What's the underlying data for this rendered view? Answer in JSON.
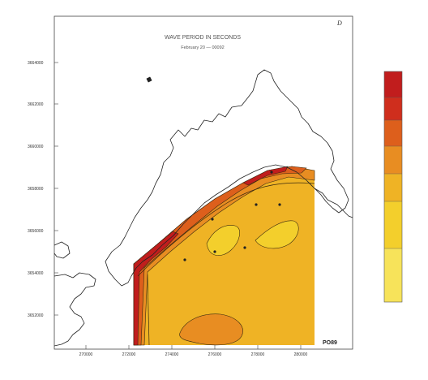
{
  "figure": {
    "title": "WAVE PERIOD IN SECONDS",
    "subtitle": "February 20 — 00092",
    "corner_mark": "D",
    "tag": "PO89"
  },
  "axes": {
    "y_ticks": [
      "3664000",
      "3662000",
      "3660000",
      "3658000",
      "3656000",
      "3654000",
      "3652000"
    ],
    "x_ticks": [
      "270000",
      "272000",
      "274000",
      "276000",
      "278000",
      "280000"
    ]
  },
  "colors": {
    "level_1": "#f7e35a",
    "level_2": "#f3cf2c",
    "level_3": "#efb325",
    "level_4": "#e88d22",
    "level_5": "#dd5f1c",
    "level_6": "#cf2e1d",
    "level_7": "#c11d1d",
    "coast": "#222222",
    "contour": "#3a2a10"
  },
  "colorbar": {
    "labels": [
      "",
      "",
      "",
      "",
      "",
      "",
      ""
    ]
  }
}
